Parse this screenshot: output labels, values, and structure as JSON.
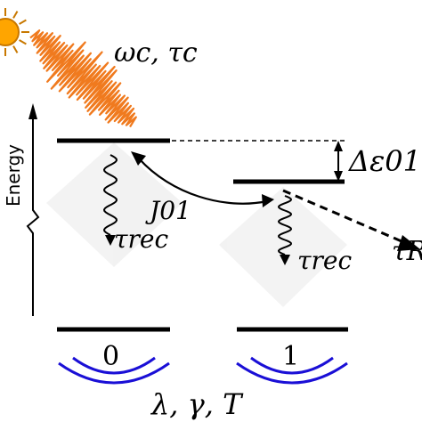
{
  "axis": {
    "label": "Energy"
  },
  "illumination": {
    "label": "ωc, τc"
  },
  "levels": [
    {
      "site_label": "0",
      "recombination_label": "τrec"
    },
    {
      "site_label": "1",
      "recombination_label": "τrec"
    }
  ],
  "coupling": {
    "label": "J01"
  },
  "energy_gap": {
    "label": "Δε01"
  },
  "transfer": {
    "label": "τR"
  },
  "bath": {
    "label": "λ, γ, T"
  },
  "colors": {
    "sun_fill": "#ffa500",
    "sun_rays": "#c87800",
    "light_wave": "#f07a1e",
    "bath_arcs": "#1a0fd6",
    "lines": "#000000"
  }
}
